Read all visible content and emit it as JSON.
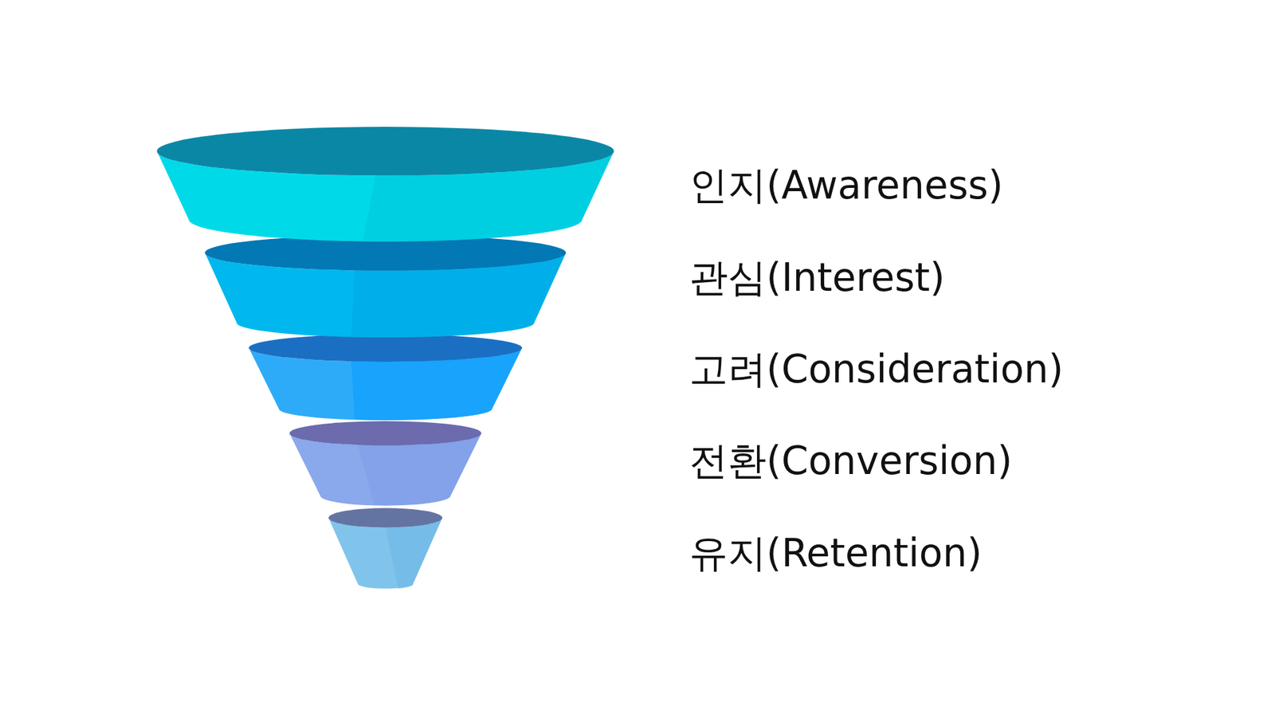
{
  "diagram": {
    "labels": [
      "인지(Awareness)",
      "관심(Interest)",
      "고려(Consideration)",
      "전환(Conversion)",
      "유지(Retention)"
    ]
  }
}
